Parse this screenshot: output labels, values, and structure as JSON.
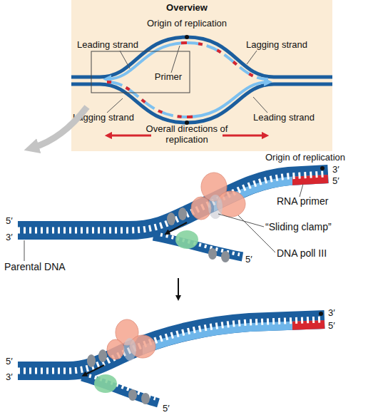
{
  "diagram": {
    "nodes": [
      {
        "text": [
          "Overview",
          "Origin of replication",
          "Leading strand",
          "Lagging strand",
          "Primer",
          "Lagging strand",
          "Leading strand",
          "Overall directions of replication"
        ]
      }
    ],
    "labels": [
      "Origin of replication",
      "3′",
      "5′",
      "RNA primer",
      "“Sliding clamp”",
      "DNA poll III",
      "5′",
      "3′",
      "Parental DNA",
      "5′",
      "3′",
      "5′",
      "5′",
      "3′",
      "5′"
    ]
  }
}
